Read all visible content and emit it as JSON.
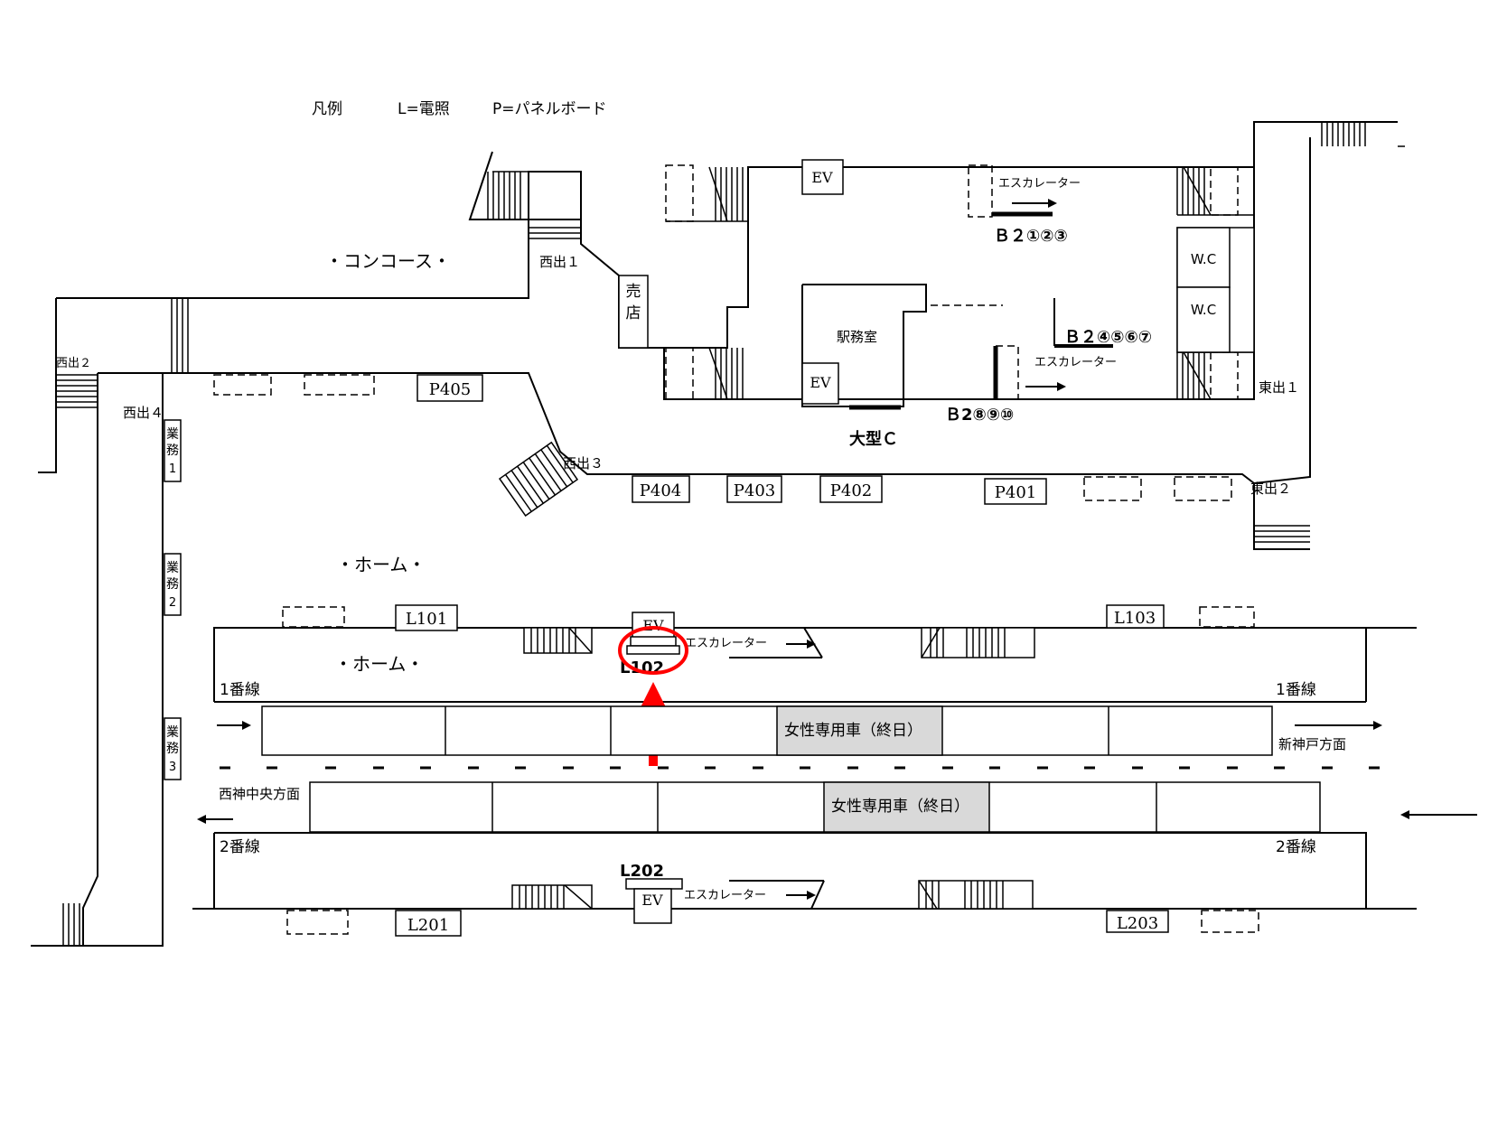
{
  "legend": {
    "title": "凡例",
    "l": "L=電照",
    "p": "P=パネルボード"
  },
  "areas": {
    "concourse": "・コンコース・",
    "home_upper": "・ホーム・",
    "home_lower": "・ホーム・",
    "station_office": "駅務室",
    "large_c": "大型Ｃ",
    "wc1": "W.C",
    "wc2": "W.C",
    "kiosk_1": "売",
    "kiosk_2": "店"
  },
  "exits": {
    "west1": "西出１",
    "west2": "西出２",
    "west3": "西出３",
    "west4": "西出４",
    "east1": "東出１",
    "east2": "東出２",
    "b2_123": "Ｂ２①②③",
    "b2_4567": "Ｂ２④⑤⑥⑦",
    "b2_8910": "Ｂ2⑧⑨⑩"
  },
  "gyomu": [
    {
      "c1": "業",
      "c2": "務",
      "n": "1"
    },
    {
      "c1": "業",
      "c2": "務",
      "n": "2"
    },
    {
      "c1": "業",
      "c2": "務",
      "n": "3"
    }
  ],
  "ev": {
    "top": "EV",
    "office": "EV",
    "platform1": "EV",
    "platform2": "EV"
  },
  "escalator": {
    "concourse_top": "エスカレーター",
    "concourse_east": "エスカレーター",
    "platform1": "エスカレーター",
    "platform2": "エスカレーター"
  },
  "panels": {
    "p405": "P405",
    "p404": "P404",
    "p403": "P403",
    "p402": "P402",
    "p401": "P401"
  },
  "lights": {
    "l101": "L101",
    "l102": "L102",
    "l103": "L103",
    "l201": "L201",
    "l202": "L202",
    "l203": "L203"
  },
  "tracks": {
    "track1_left": "1番線",
    "track1_right": "1番線",
    "track2_left": "2番線",
    "track2_right": "2番線",
    "dir_east": "新神戸方面",
    "dir_west": "西神中央方面",
    "women_car_1": "女性専用車（終日）",
    "women_car_2": "女性専用車（終日）"
  },
  "colors": {
    "highlight": "#ff0000",
    "women_car": "#d9d9d9"
  }
}
